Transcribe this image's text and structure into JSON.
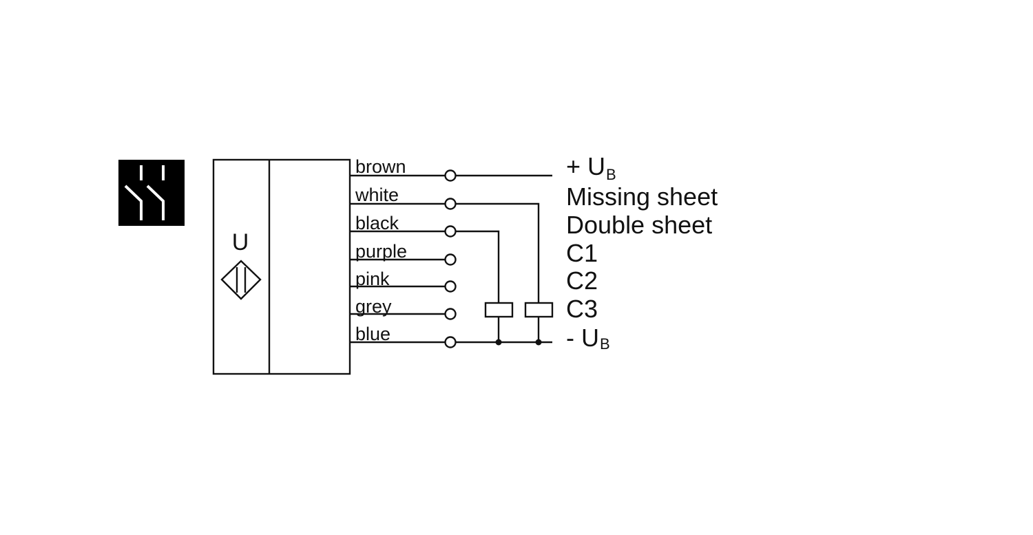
{
  "wires": [
    {
      "id": "brown",
      "label": "brown"
    },
    {
      "id": "white",
      "label": "white"
    },
    {
      "id": "black",
      "label": "black"
    },
    {
      "id": "purple",
      "label": "purple"
    },
    {
      "id": "pink",
      "label": "pink"
    },
    {
      "id": "grey",
      "label": "grey"
    },
    {
      "id": "blue",
      "label": "blue"
    }
  ],
  "terminals": {
    "plus_ub": {
      "prefix": "+ U",
      "sub": "B"
    },
    "missing_sheet": "Missing sheet",
    "double_sheet": "Double sheet",
    "c1": "C1",
    "c2": "C2",
    "c3": "C3",
    "minus_ub": {
      "prefix": "- U",
      "sub": "B"
    }
  },
  "sensor": {
    "letter": "U"
  },
  "colors": {
    "line": "#111111",
    "icon_bg": "#000000",
    "icon_fg": "#ffffff"
  },
  "icons": {
    "switch_symbol": "double-sheet-switch-icon"
  }
}
